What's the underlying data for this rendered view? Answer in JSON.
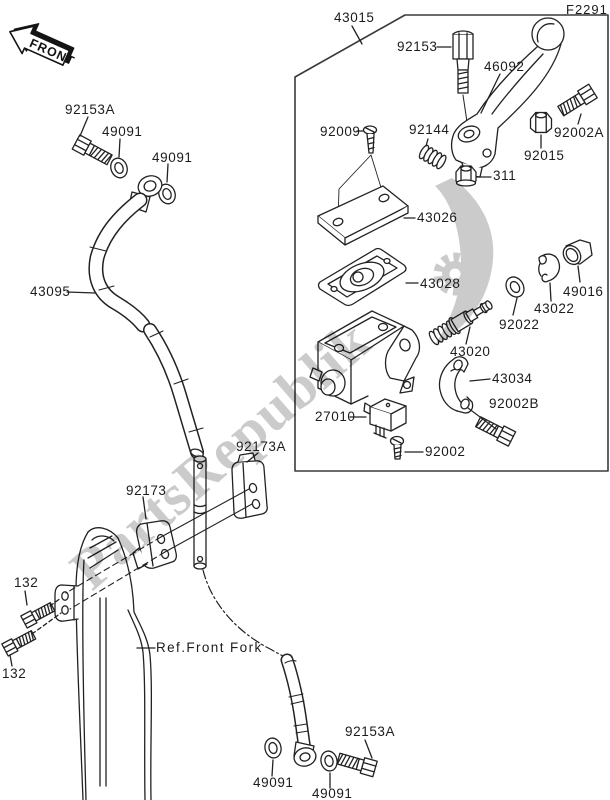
{
  "page": {
    "code": "F2291",
    "front_label": "FRONT",
    "watermark": "PartsRepublik",
    "ref_front_fork": "Ref.Front Fork"
  },
  "part_numbers": {
    "43015": "43015",
    "92153": "92153",
    "46092": "46092",
    "92009": "92009",
    "92144": "92144",
    "92002A": "92002A",
    "92015": "92015",
    "311": "311",
    "43026": "43026",
    "43028": "43028",
    "49016": "49016",
    "43022": "43022",
    "92022": "92022",
    "43020": "43020",
    "43034": "43034",
    "92002B": "92002B",
    "27010": "27010",
    "92002": "92002",
    "43095": "43095",
    "92173A": "92173A",
    "92173": "92173",
    "132": "132",
    "92153A": "92153A",
    "49091": "49091"
  },
  "colors": {
    "line": "#222222",
    "watermark": "#c9c9c9"
  }
}
